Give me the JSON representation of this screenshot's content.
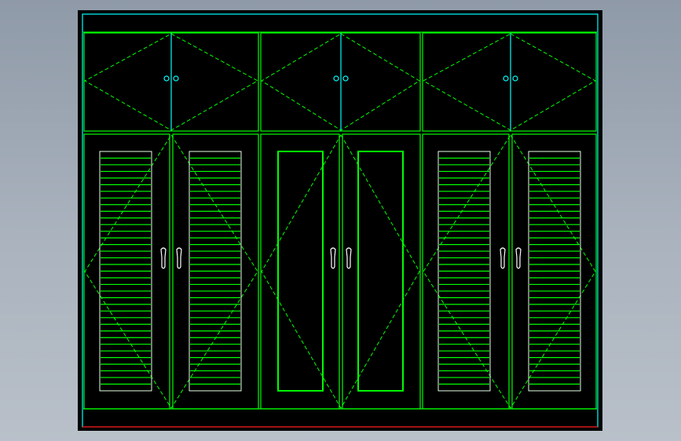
{
  "app": {
    "view": "front elevation",
    "background_color": "#9aa4b1"
  },
  "drawing": {
    "canvas_color": "#000000",
    "colors": {
      "outline": "#00ff00",
      "dashed": "#00ff00",
      "louver": "#00ff00",
      "louver_frame": "#e6ffe6",
      "handle": "#ffffff",
      "knob": "#00ffff",
      "hinge": "#00ffff",
      "border": "#00ffff",
      "base": "#ff0000"
    },
    "upper_cabinets": {
      "count": 3,
      "doors_per_cabinet": 2,
      "knob_pairs": 3
    },
    "lower_cabinets": [
      {
        "type": "louvered",
        "doors": 2
      },
      {
        "type": "glass-panel",
        "doors": 2
      },
      {
        "type": "louvered",
        "doors": 2
      }
    ],
    "louver_slats": 36
  }
}
